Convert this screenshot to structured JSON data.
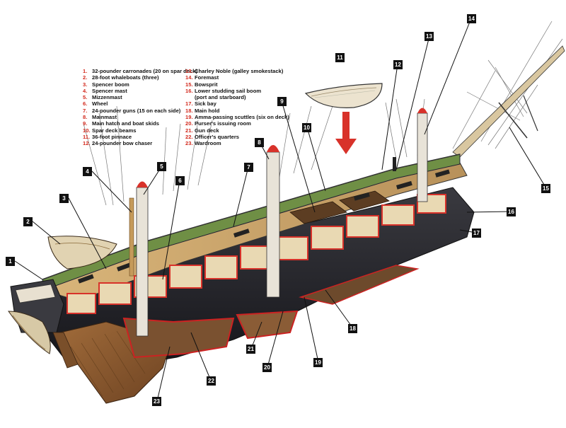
{
  "legend": [
    {
      "num": "1.",
      "label": "32-pounder carronades (20 on spar deck)"
    },
    {
      "num": "2.",
      "label": "28-foot whaleboats (three)"
    },
    {
      "num": "3.",
      "label": "Spencer boom"
    },
    {
      "num": "4.",
      "label": "Spencer mast"
    },
    {
      "num": "5.",
      "label": "Mizzenmast"
    },
    {
      "num": "6.",
      "label": "Wheel"
    },
    {
      "num": "7.",
      "label": "24-pounder guns (15 on each side)"
    },
    {
      "num": "8.",
      "label": "Mainmast"
    },
    {
      "num": "9.",
      "label": "Main hatch and boat skids"
    },
    {
      "num": "10.",
      "label": "Spar deck beams"
    },
    {
      "num": "11.",
      "label": "36-foot pinnace"
    },
    {
      "num": "12.",
      "label": "24-pounder bow chaser"
    },
    {
      "num": "13.",
      "label": "Charley Noble (galley smokestack)"
    },
    {
      "num": "14.",
      "label": "Foremast"
    },
    {
      "num": "15.",
      "label": "Bowsprit"
    },
    {
      "num": "16.",
      "label": "Lower studding sail boom"
    },
    {
      "num": "",
      "label": "(port and starboard)"
    },
    {
      "num": "17.",
      "label": "Sick bay"
    },
    {
      "num": "18.",
      "label": "Main hold"
    },
    {
      "num": "19.",
      "label": "Amma-passing scuttles (six on deck)"
    },
    {
      "num": "20.",
      "label": "Purser's issuing room"
    },
    {
      "num": "21.",
      "label": "Gun deck"
    },
    {
      "num": "22.",
      "label": "Officer's quarters"
    },
    {
      "num": "23.",
      "label": "Wardroom"
    }
  ],
  "callouts": [
    "1",
    "2",
    "3",
    "4",
    "5",
    "6",
    "7",
    "8",
    "9",
    "10",
    "11",
    "12",
    "13",
    "14",
    "15",
    "16",
    "17",
    "18",
    "19",
    "20",
    "21",
    "22",
    "23"
  ],
  "colors": {
    "hull_dark": "#2a2a30",
    "hull_wood": "#8a5a30",
    "deck_wood": "#c9a46a",
    "cutaway_red": "#d8322a",
    "green_bulwark": "#6f8f45",
    "arrow_red": "#d8322a",
    "callout_bg": "#111111",
    "legend_number": "#d32a1e"
  }
}
